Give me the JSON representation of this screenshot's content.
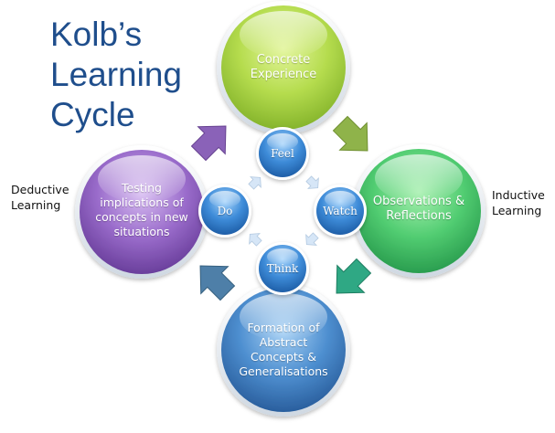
{
  "title": {
    "line1": "Kolb’s",
    "line2": "Learning",
    "line3": "Cycle"
  },
  "labels": {
    "deductive": {
      "line1": "Deductive",
      "line2": "Learning"
    },
    "inductive": {
      "line1": "Inductive",
      "line2": "Learning"
    }
  },
  "stages": {
    "concrete_experience": {
      "line1": "Concrete",
      "line2": "Experience"
    },
    "observations_reflections": {
      "line1": "Observations &",
      "line2": "Reflections"
    },
    "abstract_concepts": {
      "line1": "Formation of",
      "line2": "Abstract",
      "line3": "Concepts &",
      "line4": "Generalisations"
    },
    "testing_implications": {
      "line1": "Testing",
      "line2": "implications of",
      "line3": "concepts in new",
      "line4": "situations"
    }
  },
  "inner_modes": {
    "feel": "Feel",
    "watch": "Watch",
    "think": "Think",
    "do": "Do"
  },
  "colors": {
    "title": "#1f4e8c",
    "concrete_experience": "#b5dc4e",
    "observations_reflections": "#52cd72",
    "abstract_concepts": "#4e8fd0",
    "testing_implications": "#9a6ccb",
    "inner_circle": "#3d8bd8",
    "arrow_green": "#8fb34a",
    "arrow_teal": "#2fa884",
    "arrow_blue": "#4e7fa8",
    "arrow_purple": "#8a62b8"
  },
  "icons": {
    "outer_arrows": "thick-chevron-arrow-icon",
    "inner_arrows": "small-pale-chevron-arrow-icon"
  }
}
